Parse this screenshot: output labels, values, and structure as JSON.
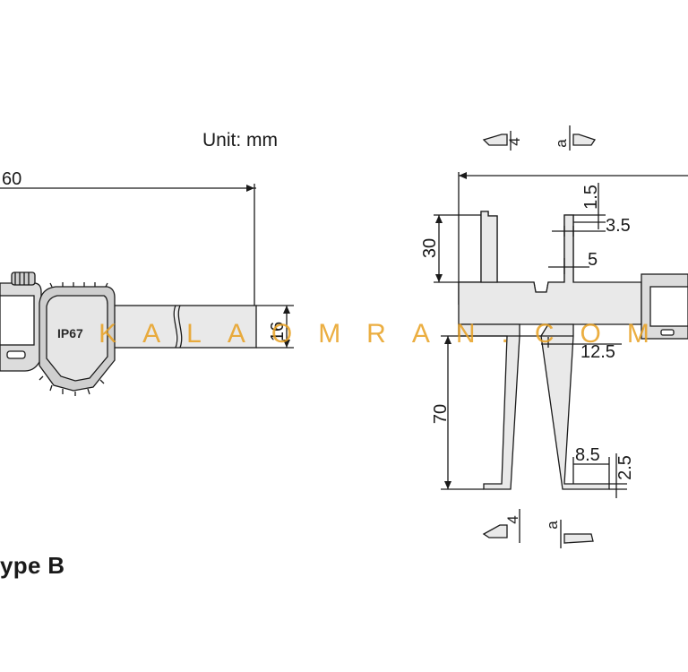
{
  "unit_label": "Unit: mm",
  "caption": "ype B",
  "watermark": "KALAOMRAN.COM",
  "left_view": {
    "length_dim": "60",
    "beam_height_dim": "16",
    "badge": "IP67"
  },
  "right_view": {
    "upper_jaw_height": "30",
    "lower_jaw_height": "70",
    "upper_tip_thickness": "1.5",
    "upper_tip_width": "3.5",
    "upper_gap": "5",
    "lower_jaw_width": "12.5",
    "lower_tip_width": "8.5",
    "lower_tip_thickness": "2.5",
    "tip_detail_thickness_top": "4",
    "tip_detail_a_top": "a",
    "tip_detail_thickness_bottom": "4",
    "tip_detail_a_bottom": "a"
  }
}
